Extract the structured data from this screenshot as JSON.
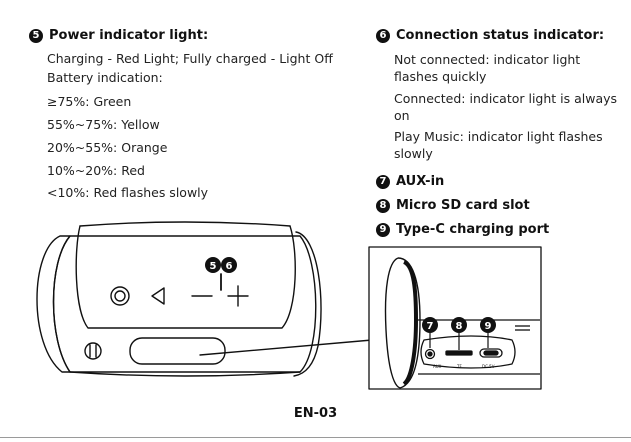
{
  "left": {
    "badge": "5",
    "heading": "Power indicator light:",
    "lines": [
      "Charging - Red Light; Fully charged - Light Off",
      "Battery indication:",
      "≥75%: Green",
      "55%~75%: Yellow",
      "20%~55%: Orange",
      "10%~20%: Red",
      "<10%: Red flashes slowly"
    ]
  },
  "right": {
    "badge": "6",
    "heading": "Connection status indicator:",
    "not_connected": "Not connected: indicator light flashes quickly",
    "connected": "Connected: indicator light is always on",
    "play_music": "Play Music: indicator light flashes slowly",
    "items": [
      {
        "badge": "7",
        "label": "AUX-in"
      },
      {
        "badge": "8",
        "label": "Micro SD card slot"
      },
      {
        "badge": "9",
        "label": "Type-C charging port"
      }
    ]
  },
  "diagram": {
    "callout_top": [
      "5",
      "6"
    ],
    "callout_ports": [
      "7",
      "8",
      "9"
    ],
    "port_labels": [
      "AUX",
      "TF",
      "DC 5V"
    ]
  },
  "footer": {
    "page": "EN-03"
  }
}
